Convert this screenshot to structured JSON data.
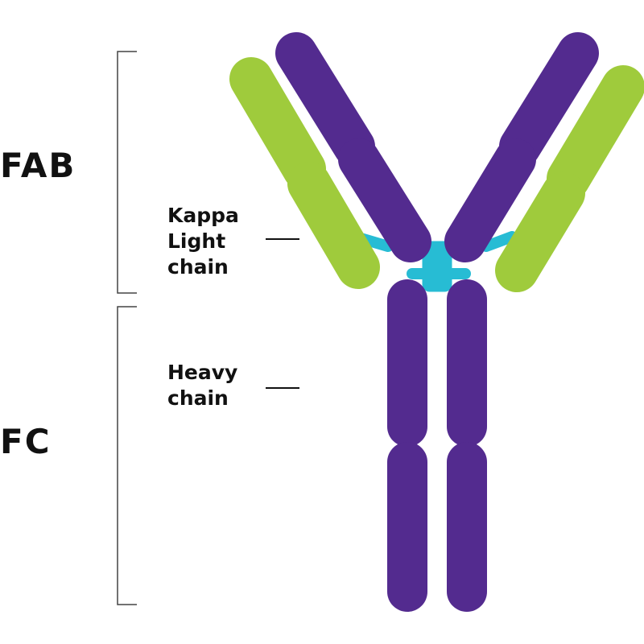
{
  "regions": {
    "fab": "FAB",
    "fc": "FC"
  },
  "chains": {
    "kappa_light": "Kappa\nLight\nchain",
    "heavy": "Heavy\nchain"
  },
  "colors": {
    "heavy_chain": "#532b8f",
    "light_chain": "#9fcb3c",
    "hinge_bonds": "#27bcd4",
    "bracket": "#444444",
    "text": "#111111"
  }
}
